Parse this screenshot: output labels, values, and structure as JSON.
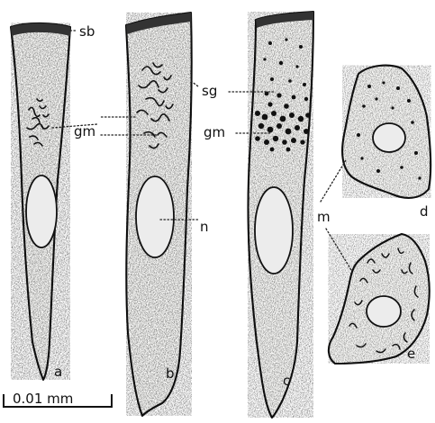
{
  "figure": {
    "labels": {
      "sb": "sb",
      "gm_left": "gm",
      "sg": "sg",
      "gm_right": "gm",
      "n": "n",
      "m": "m",
      "a": "a",
      "b": "b",
      "c": "c",
      "d": "d",
      "e": "e"
    },
    "scale_bar": "0.01 mm"
  }
}
